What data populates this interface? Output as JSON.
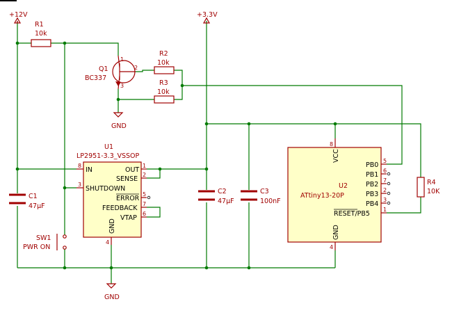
{
  "power": {
    "v12": "+12V",
    "v33": "+3.3V",
    "gnd1": "GND",
    "gnd2": "GND"
  },
  "r1": {
    "ref": "R1",
    "value": "10k"
  },
  "r2": {
    "ref": "R2",
    "value": "10k"
  },
  "r3": {
    "ref": "R3",
    "value": "10k"
  },
  "r4": {
    "ref": "R4",
    "value": "10K"
  },
  "q1": {
    "ref": "Q1",
    "value": "BC337",
    "pins": [
      "1",
      "2",
      "3"
    ]
  },
  "c1": {
    "ref": "C1",
    "value": "47µF"
  },
  "c2": {
    "ref": "C2",
    "value": "47µF"
  },
  "c3": {
    "ref": "C3",
    "value": "100nF"
  },
  "sw1": {
    "ref": "SW1",
    "value": "PWR ON"
  },
  "u1": {
    "ref": "U1",
    "value": "LP2951-3.3_VSSOP",
    "pins": [
      {
        "name": "IN",
        "num": "8"
      },
      {
        "name": "SHUTDOWN",
        "num": "3"
      },
      {
        "name": "OUT",
        "num": "1"
      },
      {
        "name": "SENSE",
        "num": "2"
      },
      {
        "name": "ERROR",
        "num": "5"
      },
      {
        "name": "FEEDBACK",
        "num": "7"
      },
      {
        "name": "VTAP",
        "num": "6"
      },
      {
        "name": "GND",
        "num": "4"
      }
    ]
  },
  "u2": {
    "ref": "U2",
    "value": "ATtiny13-20P",
    "vcc": {
      "name": "VCC",
      "num": "8"
    },
    "gnd": {
      "name": "GND",
      "num": "4"
    },
    "pins": [
      {
        "name": "PB0",
        "num": "5"
      },
      {
        "name": "PB1",
        "num": "6"
      },
      {
        "name": "PB2",
        "num": "7"
      },
      {
        "name": "PB3",
        "num": "2"
      },
      {
        "name": "PB4",
        "num": "3"
      },
      {
        "name": "RESET/PB5",
        "num": "1"
      }
    ]
  }
}
